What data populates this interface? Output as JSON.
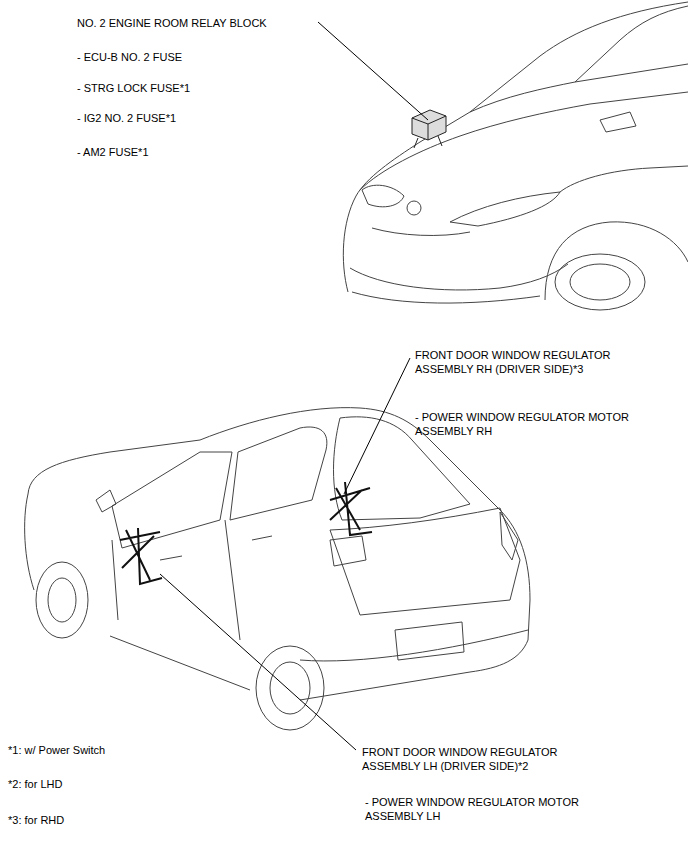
{
  "diagram": {
    "labels": [
      "NO. 2 ENGINE ROOM RELAY BLOCK",
      "- ECU-B NO. 2 FUSE",
      "- STRG LOCK FUSE*1",
      "- IG2 NO. 2 FUSE*1",
      "- AM2 FUSE*1",
      "FRONT DOOR WINDOW REGULATOR ASSEMBLY RH (DRIVER SIDE)*3",
      "- POWER WINDOW REGULATOR MOTOR ASSEMBLY RH",
      "FRONT DOOR WINDOW REGULATOR ASSEMBLY LH (DRIVER SIDE)*2",
      "- POWER WINDOW REGULATOR MOTOR ASSEMBLY LH",
      "*1: w/ Power Switch",
      "*2: for LHD",
      "*3: for RHD"
    ]
  }
}
